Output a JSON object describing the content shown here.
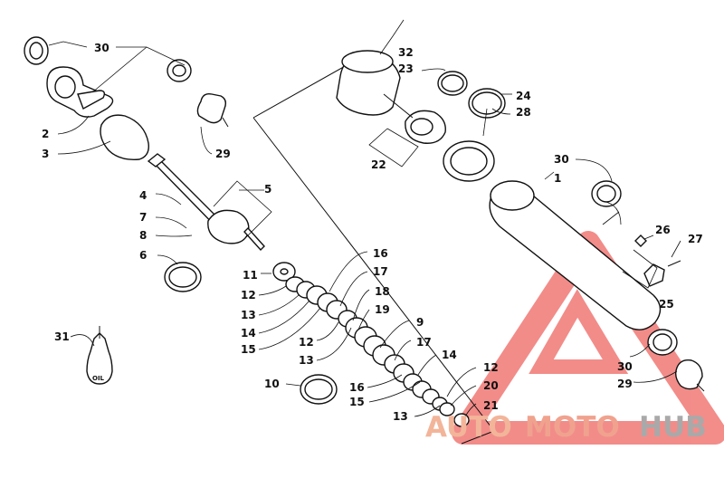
{
  "diagram": {
    "callouts": {
      "c30a": "30",
      "c2": "2",
      "c3": "3",
      "c29a": "29",
      "c4": "4",
      "c5": "5",
      "c7": "7",
      "c8": "8",
      "c6": "6",
      "c11": "11",
      "c12a": "12",
      "c13a": "13",
      "c14a": "14",
      "c15a": "15",
      "c16a": "16",
      "c17a": "17",
      "c18": "18",
      "c19": "19",
      "c12b": "12",
      "c13b": "13",
      "c9": "9",
      "c17b": "17",
      "c14b": "14",
      "c12c": "12",
      "c20": "20",
      "c21": "21",
      "c10": "10",
      "c16b": "16",
      "c15b": "15",
      "c13c": "13",
      "c31": "31",
      "c32": "32",
      "c23": "23",
      "c24": "24",
      "c28": "28",
      "c22": "22",
      "c30b": "30",
      "c1": "1",
      "c26": "26",
      "c27": "27",
      "c25": "25",
      "c30c": "30",
      "c29b": "29"
    },
    "oil_label": "OIL"
  },
  "watermark": {
    "part1": "AUTO",
    "part2": "MOTO",
    "part3": "HUB",
    "logo_color": "#e8302a",
    "text_color_1": "#f2b59a",
    "text_color_2": "#f0a28e",
    "text_color_3": "#a9a9a9"
  }
}
